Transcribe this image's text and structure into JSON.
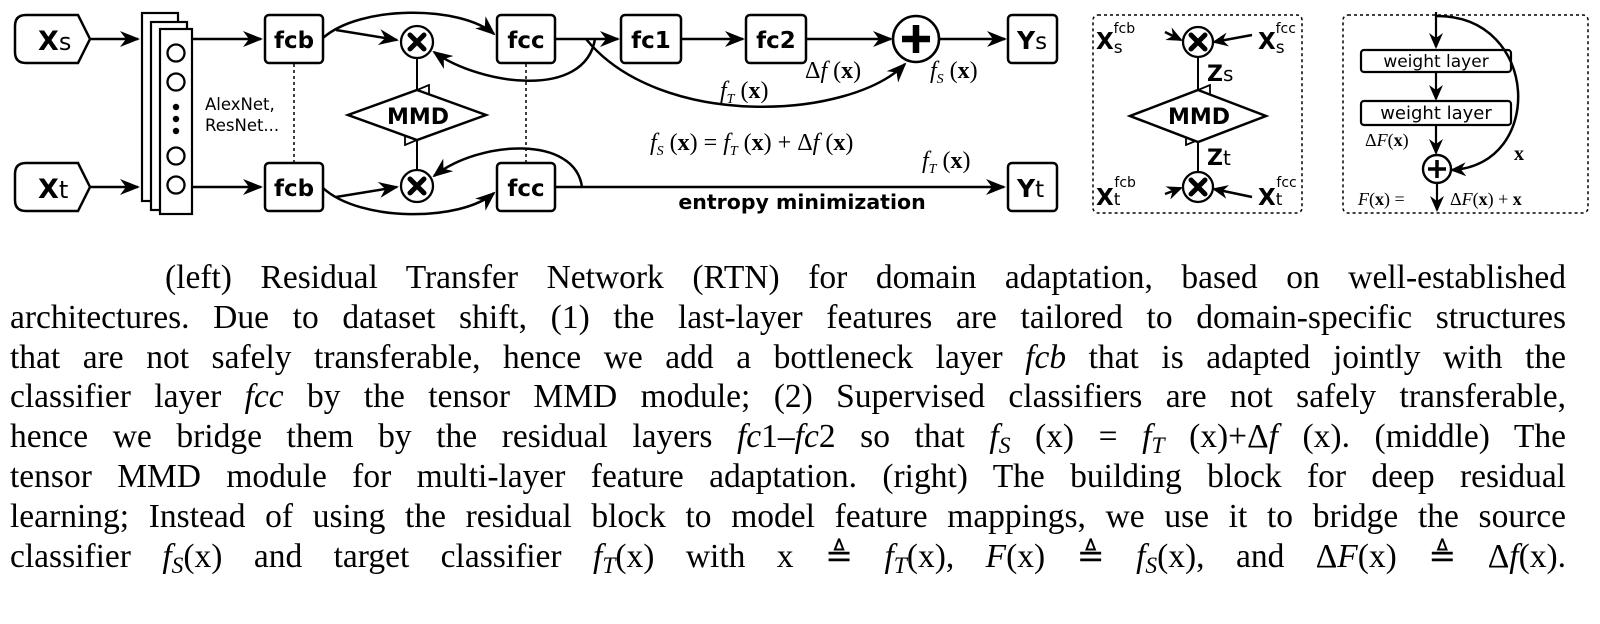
{
  "figure": {
    "left_panel": {
      "inputs": {
        "source": {
          "main": "X",
          "sub": "s"
        },
        "target": {
          "main": "X",
          "sub": "t"
        }
      },
      "backbone_label_line1": "AlexNet,",
      "backbone_label_line2": "ResNet...",
      "bottleneck_label": "fcb",
      "classifier_label": "fcc",
      "residual_layer1": "fc1",
      "residual_layer2": "fc2",
      "mmd_label": "MMD",
      "outputs": {
        "source": {
          "main": "Y",
          "sub": "s"
        },
        "target": {
          "main": "Y",
          "sub": "t"
        }
      },
      "delta_f_label": "Δf(x)",
      "fT_label_top": "f_T(x)",
      "fS_label": "f_S(x)",
      "fT_label_bottom": "f_T(x)",
      "equation": "f_S(x) = f_T(x) + Δf(x)",
      "entropy_label": "entropy minimization"
    },
    "middle_panel": {
      "xs_fcb": {
        "main": "X",
        "sub": "s",
        "sup": "fcb"
      },
      "xs_fcc": {
        "main": "X",
        "sub": "s",
        "sup": "fcc"
      },
      "xt_fcb": {
        "main": "X",
        "sub": "t",
        "sup": "fcb"
      },
      "xt_fcc": {
        "main": "X",
        "sub": "t",
        "sup": "fcc"
      },
      "zs": {
        "main": "Z",
        "sub": "s"
      },
      "zt": {
        "main": "Z",
        "sub": "t"
      },
      "mmd_label": "MMD"
    },
    "right_panel": {
      "weight_layer_1": "weight layer",
      "weight_layer_2": "weight layer",
      "delta_F_label": "ΔF(x)",
      "x_label": "x",
      "F_eq_left": "F(x) =",
      "F_eq_right": "ΔF(x) + x"
    }
  },
  "caption": {
    "lines": [
      [
        {
          "t": "(left) Residual Transfer Network (RTN) for domain adaptation, based on well-established"
        }
      ],
      [
        {
          "t": "architectures. Due to dataset shift, (1) the last-layer features are tailored to domain-specific structures"
        }
      ],
      [
        {
          "t": "that are not safely transferable, hence we add a bottleneck layer "
        },
        {
          "m": "fcb"
        },
        {
          "t": " that is adapted jointly with the"
        }
      ],
      [
        {
          "t": "classifier layer "
        },
        {
          "m": "fcc"
        },
        {
          "t": " by the tensor MMD module; (2) Supervised classifiers are not safely transferable,"
        }
      ],
      [
        {
          "t": "hence we bridge them by the residual layers "
        },
        {
          "m": "fc"
        },
        {
          "t": "1–"
        },
        {
          "m": "fc"
        },
        {
          "t": "2 so that "
        },
        {
          "m": "f"
        },
        {
          "s": "S"
        },
        {
          "t": " (x) = "
        },
        {
          "m": "f"
        },
        {
          "s": "T"
        },
        {
          "t": " (x)+Δ"
        },
        {
          "m": "f"
        },
        {
          "t": " (x). (middle) The"
        }
      ],
      [
        {
          "t": "tensor MMD module for multi-layer feature adaptation. (right) The building block for deep residual"
        }
      ],
      [
        {
          "t": "learning; Instead of using the residual block to model feature mappings, we use it to bridge the source"
        }
      ],
      [
        {
          "t": "classifier "
        },
        {
          "m": "f"
        },
        {
          "s": "S"
        },
        {
          "t": "(x) and target classifier "
        },
        {
          "m": "f"
        },
        {
          "s": "T"
        },
        {
          "t": "(x) with x ≜ "
        },
        {
          "m": "f"
        },
        {
          "s": "T"
        },
        {
          "t": "(x), "
        },
        {
          "m": "F"
        },
        {
          "t": "(x) ≜ "
        },
        {
          "m": "f"
        },
        {
          "s": "S"
        },
        {
          "t": "(x), and Δ"
        },
        {
          "m": "F"
        },
        {
          "t": "(x) ≜ Δ"
        },
        {
          "m": "f"
        },
        {
          "t": "(x)."
        }
      ]
    ]
  }
}
